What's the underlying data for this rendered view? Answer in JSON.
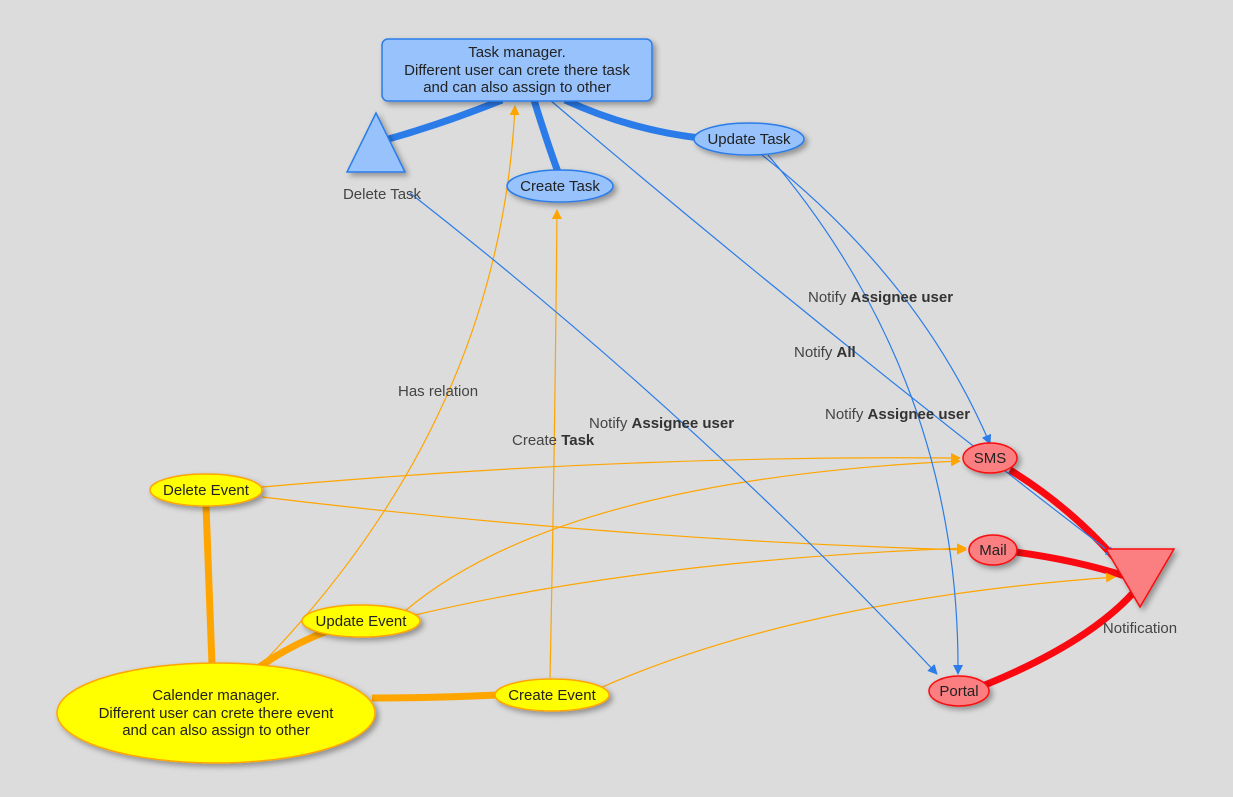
{
  "colors": {
    "background": "#dcdcdc",
    "task_fill": "#97c2fc",
    "task_stroke": "#2b7ce9",
    "event_fill": "#ffff00",
    "event_stroke": "#ffa500",
    "notify_fill": "#fb7e81",
    "notify_stroke": "#fa0a10",
    "task_edge": "#2b7ce9",
    "event_edge": "#ffa500",
    "notify_edge": "#fa0a10"
  },
  "nodes": {
    "task_manager": [
      "Task manager.",
      "Different user can crete there task",
      "and can also assign to other"
    ],
    "delete_task": "Delete Task",
    "create_task": "Create Task",
    "update_task": "Update Task",
    "calendar_manager": [
      "Calender manager.",
      "Different user can crete there event",
      "and can also assign to other"
    ],
    "delete_event": "Delete Event",
    "update_event": "Update Event",
    "create_event": "Create Event",
    "sms": "SMS",
    "mail": "Mail",
    "portal": "Portal",
    "notification": "Notification"
  },
  "edge_labels": {
    "has_relation": "Has relation",
    "create_task": {
      "normal": "Create ",
      "bold": "Task"
    },
    "notify_assignee_1": {
      "normal": "Notify ",
      "bold": "Assignee user"
    },
    "notify_assignee_2": {
      "normal": "Notify ",
      "bold": "Assignee user"
    },
    "notify_assignee_3": {
      "normal": "Notify ",
      "bold": "Assignee user"
    },
    "notify_all": {
      "normal": "Notify ",
      "bold": "All"
    }
  }
}
